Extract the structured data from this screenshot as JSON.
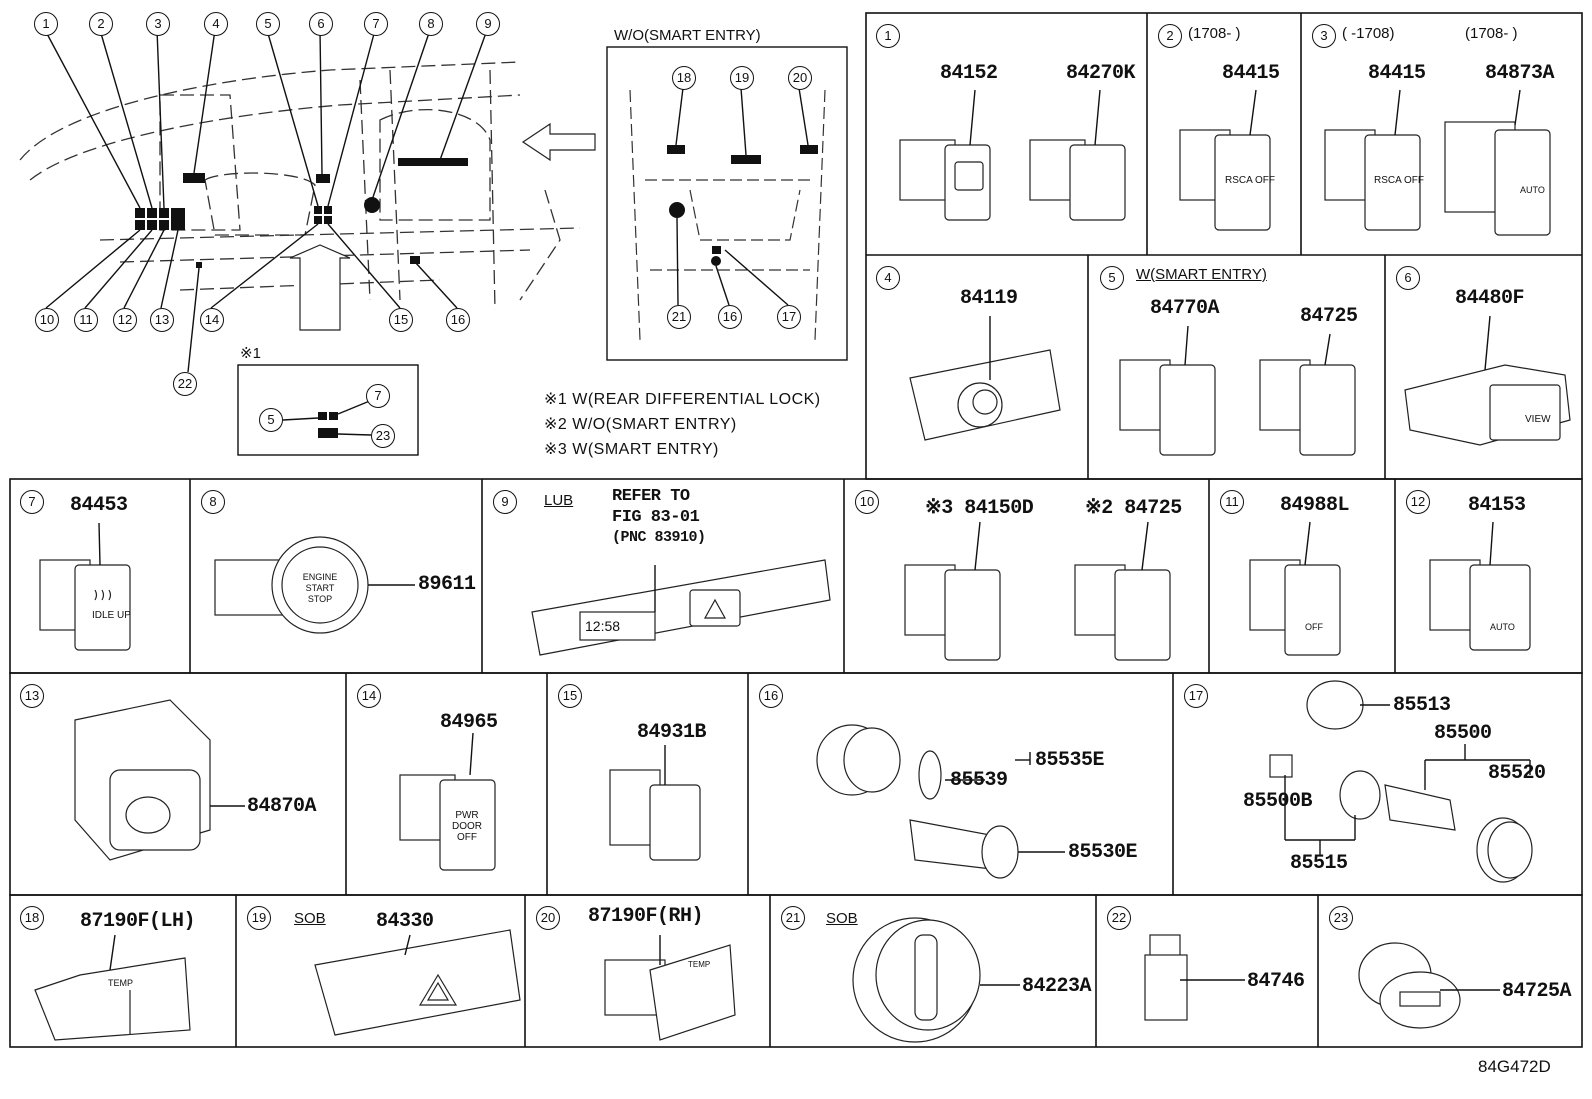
{
  "overview": {
    "callouts_top": [
      "1",
      "2",
      "3",
      "4",
      "5",
      "6",
      "7",
      "8",
      "9"
    ],
    "callouts_bottom": [
      "10",
      "11",
      "12",
      "13",
      "14",
      "15",
      "16",
      "22"
    ],
    "wo_box_title": "W/O(SMART ENTRY)",
    "wo_callouts": [
      "18",
      "19",
      "20",
      "21",
      "16",
      "17"
    ],
    "inset_label": "※1",
    "inset_callouts": [
      "5",
      "7",
      "23"
    ]
  },
  "notes": [
    "※1 W(REAR DIFFERENTIAL LOCK)",
    "※2 W/O(SMART ENTRY)",
    "※3 W(SMART ENTRY)"
  ],
  "cells": {
    "c1": {
      "num": "1",
      "parts": [
        "84152",
        "84270K"
      ]
    },
    "c2": {
      "num": "2",
      "range": "(1708-  )",
      "parts": [
        "84415"
      ]
    },
    "c3": {
      "num": "3",
      "range1": "(  -1708)",
      "range2": "(1708-  )",
      "parts": [
        "84415",
        "84873A"
      ]
    },
    "c4": {
      "num": "4",
      "parts": [
        "84119"
      ]
    },
    "c5": {
      "num": "5",
      "cond": "W(SMART ENTRY)",
      "parts": [
        "84770A",
        "84725"
      ]
    },
    "c6": {
      "num": "6",
      "parts": [
        "84480F"
      ]
    },
    "c7": {
      "num": "7",
      "parts": [
        "84453"
      ]
    },
    "c8": {
      "num": "8",
      "parts": [
        "89611"
      ]
    },
    "c9": {
      "num": "9",
      "cond": "LUB",
      "ref": [
        "REFER TO",
        "FIG 83-01",
        "(PNC 83910)"
      ]
    },
    "c10": {
      "num": "10",
      "parts": [
        "※3 84150D",
        "※2 84725"
      ]
    },
    "c11": {
      "num": "11",
      "parts": [
        "84988L"
      ]
    },
    "c12": {
      "num": "12",
      "parts": [
        "84153"
      ]
    },
    "c13": {
      "num": "13",
      "parts": [
        "84870A"
      ]
    },
    "c14": {
      "num": "14",
      "parts": [
        "84965"
      ]
    },
    "c15": {
      "num": "15",
      "parts": [
        "84931B"
      ]
    },
    "c16": {
      "num": "16",
      "parts": [
        "85535E",
        "85539",
        "85530E"
      ]
    },
    "c17": {
      "num": "17",
      "parts": [
        "85513",
        "85500",
        "85520",
        "85500B",
        "85515"
      ]
    },
    "c18": {
      "num": "18",
      "parts": [
        "87190F(LH)"
      ]
    },
    "c19": {
      "num": "19",
      "cond": "SOB",
      "parts": [
        "84330"
      ]
    },
    "c20": {
      "num": "20",
      "parts": [
        "87190F(RH)"
      ]
    },
    "c21": {
      "num": "21",
      "cond": "SOB",
      "parts": [
        "84223A"
      ]
    },
    "c22": {
      "num": "22",
      "parts": [
        "84746"
      ]
    },
    "c23": {
      "num": "23",
      "parts": [
        "84725A"
      ]
    }
  },
  "button_texts": {
    "rsca": "RSCA OFF",
    "idle": "IDLE UP",
    "engine": "ENGINE START STOP",
    "pwr": "PWR DOOR OFF",
    "view": "VIEW",
    "auto": "AUTO",
    "temp": "TEMP",
    "clock": "12:58",
    "off": "OFF"
  },
  "figure_id": "84G472D"
}
